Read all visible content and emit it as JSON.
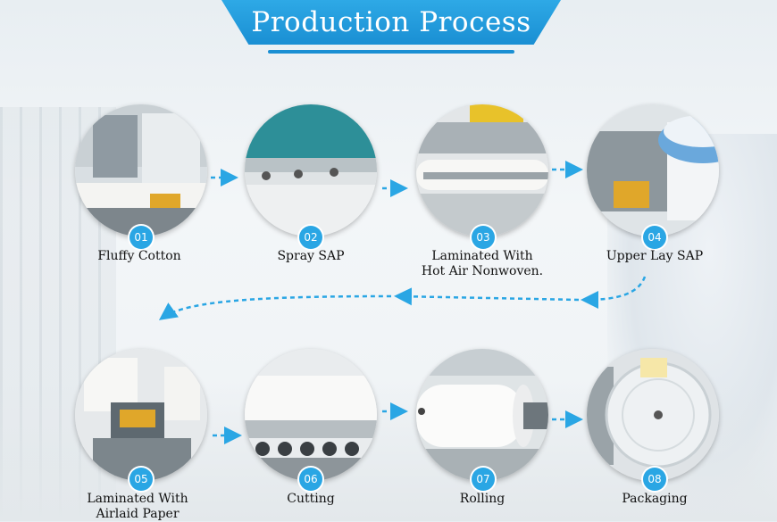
{
  "title": "Production Process",
  "colors": {
    "accent": "#1a8fd3",
    "arrow": "#2aa6e4",
    "text": "#111111"
  },
  "steps": [
    {
      "number": "01",
      "label": "Fluffy Cotton",
      "icon": "fluffy-cotton-machine-photo"
    },
    {
      "number": "02",
      "label": "Spray SAP",
      "icon": "spray-sap-machine-photo"
    },
    {
      "number": "03",
      "label": "Laminated With\nHot Air Nonwoven.",
      "icon": "lamination-roller-photo"
    },
    {
      "number": "04",
      "label": "Upper Lay SAP",
      "icon": "upper-lay-sap-machine-photo"
    },
    {
      "number": "05",
      "label": "Laminated With\nAirlaid Paper",
      "icon": "airlaid-lamination-machine-photo"
    },
    {
      "number": "06",
      "label": "Cutting",
      "icon": "cutting-machine-photo"
    },
    {
      "number": "07",
      "label": "Rolling",
      "icon": "paper-roll-photo"
    },
    {
      "number": "08",
      "label": "Packaging",
      "icon": "wrapped-roll-photo"
    }
  ]
}
